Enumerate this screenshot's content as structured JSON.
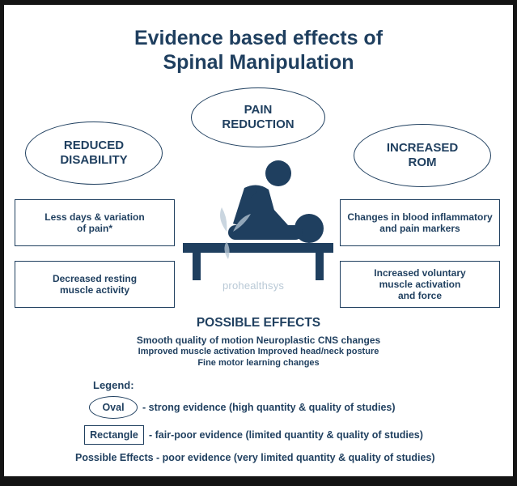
{
  "title": {
    "line1": "Evidence based effects of",
    "line2": "Spinal Manipulation"
  },
  "ovals": {
    "pain_reduction": "PAIN\nREDUCTION",
    "reduced_disability": "REDUCED\nDISABILITY",
    "increased_rom": "INCREASED\nROM"
  },
  "rectangles": {
    "less_days": "Less days & variation\nof pain*",
    "decreased_resting": "Decreased resting\nmuscle activity",
    "blood_markers": "Changes in blood inflammatory\nand pain markers",
    "voluntary_activation": "Increased voluntary\nmuscle activation\nand force"
  },
  "watermark": "prohealthsys",
  "possible_effects": {
    "heading": "POSSIBLE EFFECTS",
    "line1": "Smooth quality of motion Neuroplastic CNS changes",
    "line2": "Improved muscle activation Improved head/neck posture",
    "line3": "Fine motor learning changes"
  },
  "legend": {
    "heading": "Legend:",
    "oval_label": "Oval",
    "oval_desc": "- strong evidence (high quantity & quality of studies)",
    "rect_label": "Rectangle",
    "rect_desc": "- fair-poor evidence (limited quantity &  quality of studies)",
    "possible_desc": "Possible Effects - poor evidence (very limited quantity & quality of studies)"
  },
  "colors": {
    "primary": "#1f3f5f",
    "watermark": "#b9c9d6",
    "background": "#ffffff",
    "frame": "#141414"
  },
  "icons": {
    "illustration": "chiropractor-treating-patient-icon"
  }
}
